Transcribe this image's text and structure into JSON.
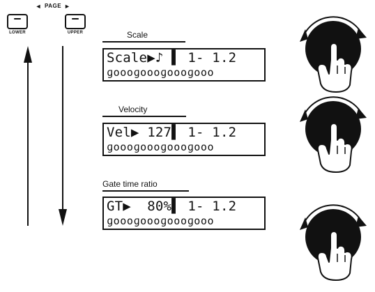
{
  "page_selector": {
    "label": "PAGE",
    "left_arrow": "◄",
    "right_arrow": "►",
    "lower_label": "LOWER",
    "upper_label": "UPPER"
  },
  "panels": [
    {
      "title": "Scale",
      "line1": "Scale▶♪ ▌ 1- 1.2",
      "line2": "ɡoooɡoooɡoooɡooo"
    },
    {
      "title": "Velocity",
      "line1": "Vel▶ 127▌ 1- 1.2",
      "line2": "ɡoooɡoooɡoooɡooo"
    },
    {
      "title": "Gate time ratio",
      "line1": "GT▶  80%▌ 1- 1.2",
      "line2": "ɡoooɡoooɡoooɡooo"
    }
  ]
}
